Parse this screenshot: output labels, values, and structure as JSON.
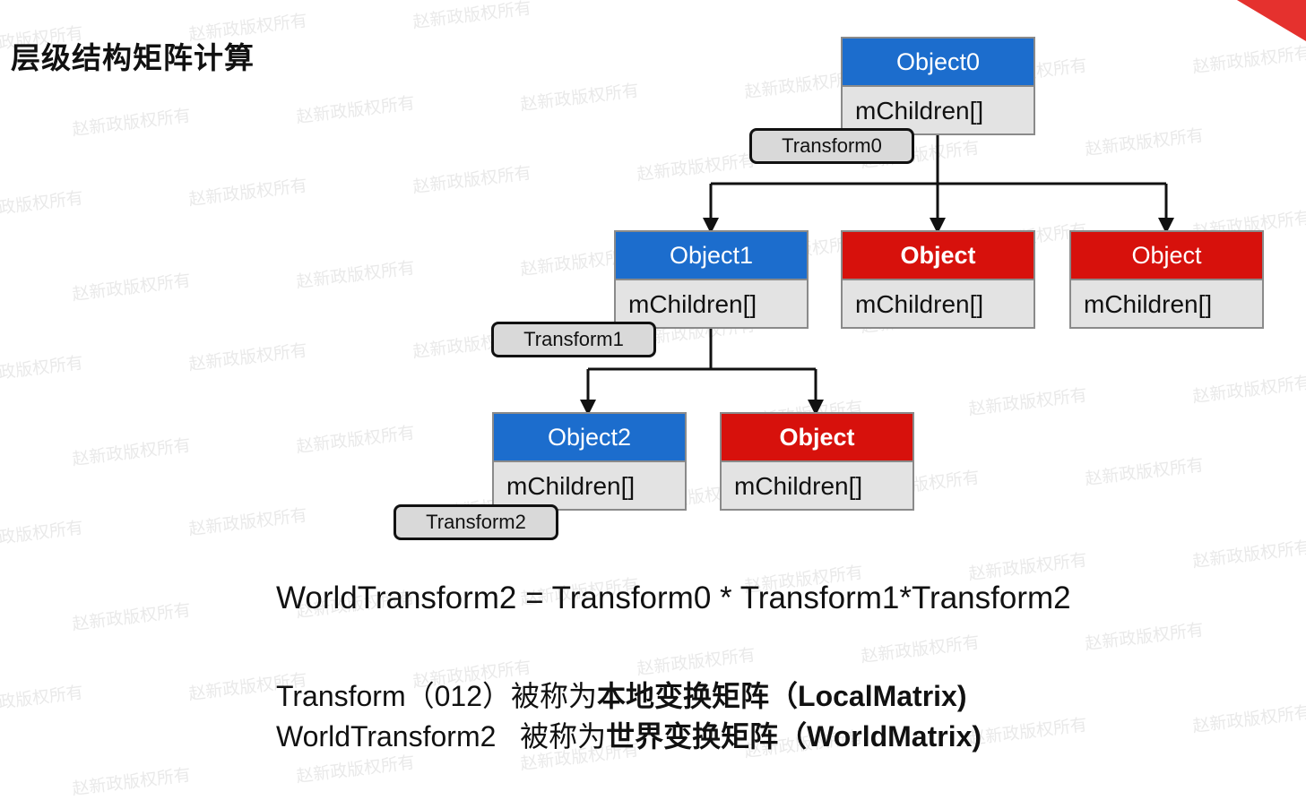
{
  "slide": {
    "title": "层级结构矩阵计算",
    "watermark": "赵新政版权所有"
  },
  "colors": {
    "accent_blue": "#1c6dcd",
    "accent_red": "#d7110c",
    "corner_red": "#e5312e"
  },
  "diagram": {
    "nodes": {
      "object0": {
        "name": "Object0",
        "field": "mChildren[]"
      },
      "object1": {
        "name": "Object1",
        "field": "mChildren[]"
      },
      "object_a": {
        "name": "Object",
        "field": "mChildren[]"
      },
      "object_b": {
        "name": "Object",
        "field": "mChildren[]"
      },
      "object2": {
        "name": "Object2",
        "field": "mChildren[]"
      },
      "object_c": {
        "name": "Object",
        "field": "mChildren[]"
      }
    },
    "transforms": {
      "t0": "Transform0",
      "t1": "Transform1",
      "t2": "Transform2"
    }
  },
  "text": {
    "formula": "WorldTransform2 = Transform0 * Transform1*Transform2",
    "line1_prefix": "Transform（012）被称为",
    "line1_bold": "本地变换矩阵（LocalMatrix)",
    "line2_prefix": "WorldTransform2   被称为",
    "line2_bold": "世界变换矩阵（WorldMatrix)"
  }
}
